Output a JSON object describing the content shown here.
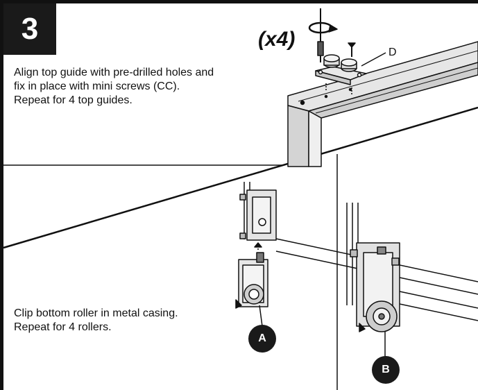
{
  "step": {
    "number": "3"
  },
  "top_section": {
    "instruction_lines": [
      "Align top guide with pre-drilled holes and",
      "fix in place with mini screws (CC).",
      "Repeat for 4 top guides."
    ],
    "quantity_label": "(x4)",
    "part_label": "D"
  },
  "bottom_section": {
    "instruction_lines": [
      "Clip bottom roller in metal casing.",
      "Repeat for 4 rollers."
    ],
    "callouts": [
      "A",
      "B"
    ]
  },
  "colors": {
    "ink": "#111111",
    "badge": "#1a1a1a",
    "frame_fill": "#dcdcdc",
    "background": "#ffffff"
  }
}
